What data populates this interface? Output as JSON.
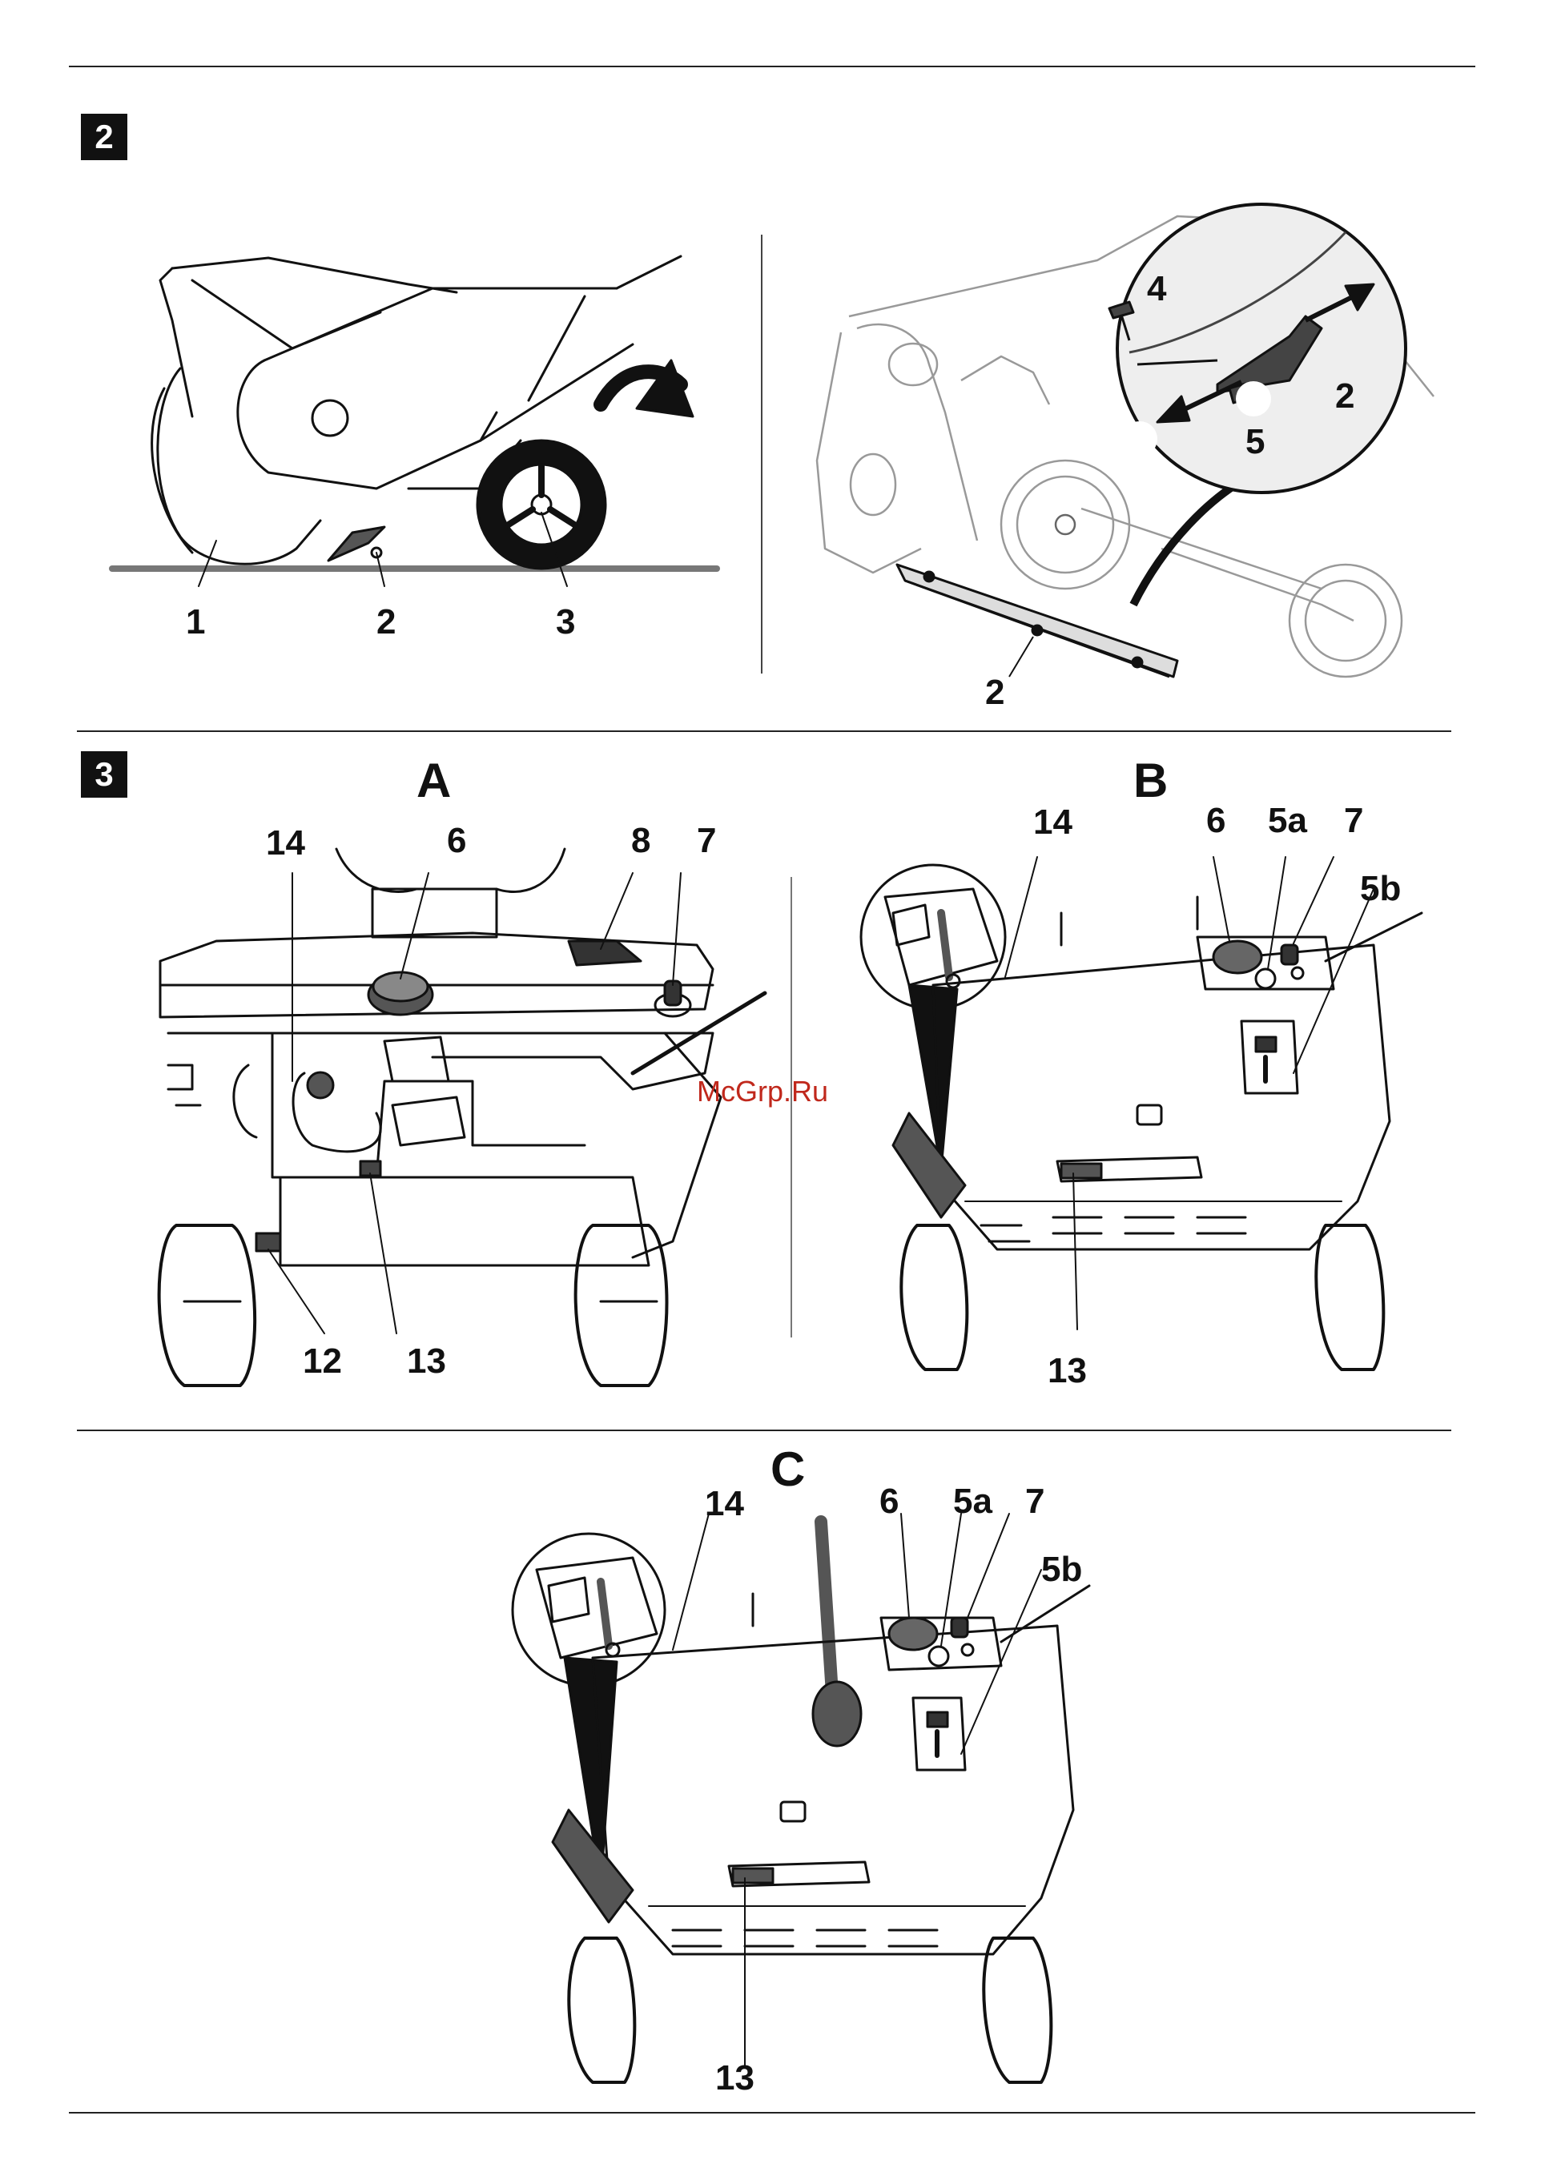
{
  "sections": [
    {
      "number": "2"
    },
    {
      "number": "3"
    }
  ],
  "panels": {
    "a": "A",
    "b": "B",
    "c": "C"
  },
  "callouts": {
    "fig2_left": [
      "1",
      "2",
      "3"
    ],
    "fig2_right": [
      "4",
      "2",
      "5",
      "2"
    ],
    "fig3_a": [
      "14",
      "6",
      "8",
      "7",
      "12",
      "13"
    ],
    "fig3_b": [
      "14",
      "6",
      "5a",
      "7",
      "5b",
      "13"
    ],
    "fig3_c": [
      "14",
      "6",
      "5a",
      "7",
      "5b",
      "13"
    ]
  },
  "watermark": "McGrp.Ru",
  "colors": {
    "ink": "#111111",
    "watermark": "#c0281c",
    "line": "#222222"
  }
}
